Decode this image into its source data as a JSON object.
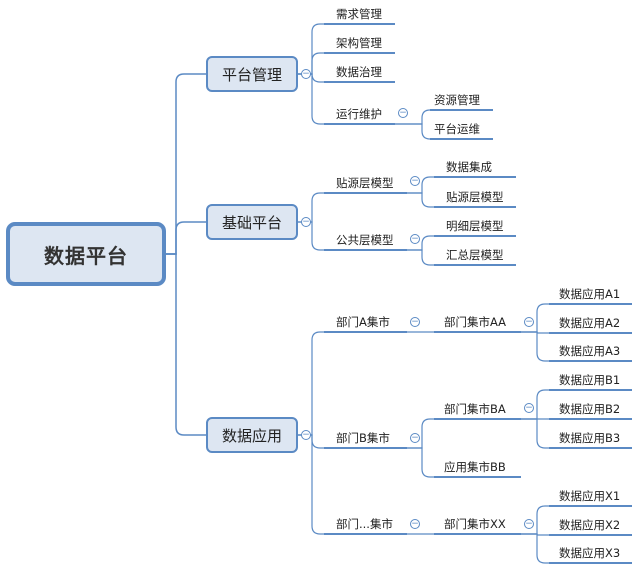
{
  "root": {
    "label": "数据平台"
  },
  "branches": [
    {
      "label": "平台管理",
      "children": [
        {
          "label": "需求管理"
        },
        {
          "label": "架构管理"
        },
        {
          "label": "数据治理"
        },
        {
          "label": "运行维护",
          "children": [
            {
              "label": "资源管理"
            },
            {
              "label": "平台运维"
            }
          ]
        }
      ]
    },
    {
      "label": "基础平台",
      "children": [
        {
          "label": "贴源层模型",
          "children": [
            {
              "label": "数据集成"
            },
            {
              "label": "贴源层模型"
            }
          ]
        },
        {
          "label": "公共层模型",
          "children": [
            {
              "label": "明细层模型"
            },
            {
              "label": "汇总层模型"
            }
          ]
        }
      ]
    },
    {
      "label": "数据应用",
      "children": [
        {
          "label": "部门A集市",
          "children": [
            {
              "label": "部门集市AA",
              "children": [
                {
                  "label": "数据应用A1"
                },
                {
                  "label": "数据应用A2"
                },
                {
                  "label": "数据应用A3"
                }
              ]
            }
          ]
        },
        {
          "label": "部门B集市",
          "children": [
            {
              "label": "部门集市BA",
              "children": [
                {
                  "label": "数据应用B1"
                },
                {
                  "label": "数据应用B2"
                },
                {
                  "label": "数据应用B3"
                }
              ]
            },
            {
              "label": "应用集市BB"
            }
          ]
        },
        {
          "label": "部门...集市",
          "children": [
            {
              "label": "部门集市XX",
              "children": [
                {
                  "label": "数据应用X1"
                },
                {
                  "label": "数据应用X2"
                },
                {
                  "label": "数据应用X3"
                }
              ]
            }
          ]
        }
      ]
    }
  ],
  "colors": {
    "line": "#5b8ac4",
    "node_fill": "#dde6f2",
    "text": "#222222"
  },
  "collapse_symbol": "−"
}
